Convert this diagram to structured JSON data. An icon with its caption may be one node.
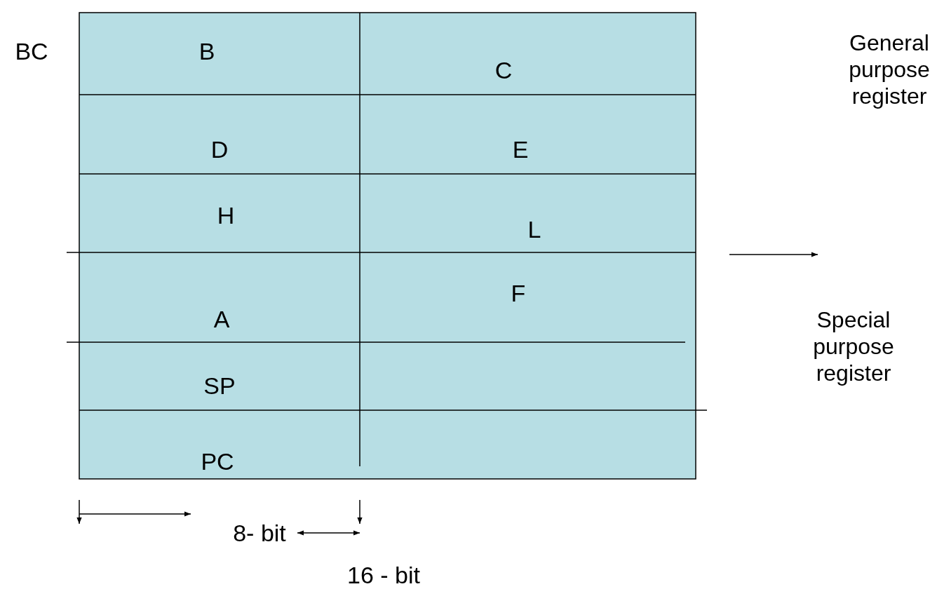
{
  "diagram": {
    "nodes": [
      {
        "text": [
          "B"
        ]
      },
      {
        "text": [
          "C"
        ]
      },
      {
        "text": [
          "D"
        ]
      },
      {
        "text": [
          "E"
        ]
      },
      {
        "text": [
          "H"
        ]
      },
      {
        "text": [
          "L"
        ]
      },
      {
        "text": [
          "A"
        ]
      },
      {
        "text": [
          "F"
        ]
      },
      {
        "text": [
          "SP"
        ]
      },
      {
        "text": [],
        "shape": "box"
      },
      {
        "text": [
          "PC"
        ]
      },
      {
        "text": [],
        "shape": "box"
      }
    ],
    "labels": [
      "BC",
      "General purpose register",
      "Special purpose register",
      "8- bit",
      "16 - bit"
    ]
  }
}
